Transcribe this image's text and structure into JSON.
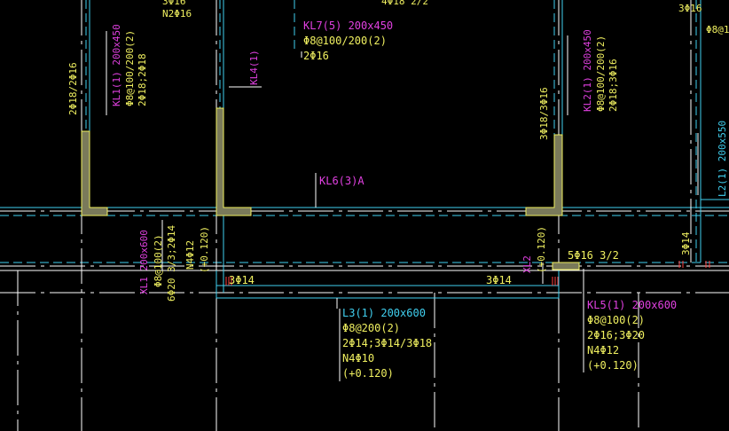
{
  "colors": {
    "background": "#000000",
    "beam_label": "#e040e0",
    "rebar_label": "#f0f060",
    "axis_line": "#ffffff",
    "cyan": "#40d0f0",
    "column_fill": "#7a7a5a",
    "column_edge": "#f0f060",
    "rebar_mark": "#ff4040"
  },
  "top_fragments": {
    "left": "3Φ16",
    "left_n2": "N2Φ16",
    "mid": "4Φ18 2/2",
    "right": "3Φ16",
    "far_right": "Φ8@1"
  },
  "kl7": {
    "name": "KL7(5) 200x450",
    "stirrup": "Φ8@100/200(2)",
    "top": "2Φ16"
  },
  "kl4": {
    "name": "KL4(1)"
  },
  "kl1": {
    "name": "KL1(1) 200x450",
    "stirrup": "Φ8@100/200(2)",
    "bars": "2Φ18;2Φ18",
    "support": "2Φ18/2Φ16"
  },
  "kl2": {
    "name": "KL2(1) 200x450",
    "stirrup": "Φ8@100/200(2)",
    "bars": "2Φ18;3Φ16",
    "support": "3Φ18/3Φ16"
  },
  "kl6": {
    "name": "KL6(3)A"
  },
  "kl_right": {
    "name": "L2(1) 200x550",
    "support": "3Φ14"
  },
  "xl1": {
    "name": "XL1 200x600",
    "stirrup": "Φ8@100(2)",
    "bars": "6Φ20 3/3;2Φ14",
    "n": "N4Φ12",
    "elev": "(+0.120)"
  },
  "xl2": {
    "name": "XL2",
    "elev": "(+0.120)"
  },
  "support_left": "3Φ14",
  "support_mid": "3Φ14",
  "support_kl5": "5Φ16 3/2",
  "l3": {
    "name": "L3(1) 200x600",
    "stirrup": "Φ8@200(2)",
    "bars": "2Φ14;3Φ14/3Φ18",
    "n": "N4Φ10",
    "elev": "(+0.120)"
  },
  "kl5": {
    "name": "KL5(1) 200x600",
    "stirrup": "Φ8@100(2)",
    "bars": "2Φ16;3Φ20",
    "n": "N4Φ12",
    "elev": "(+0.120)"
  }
}
